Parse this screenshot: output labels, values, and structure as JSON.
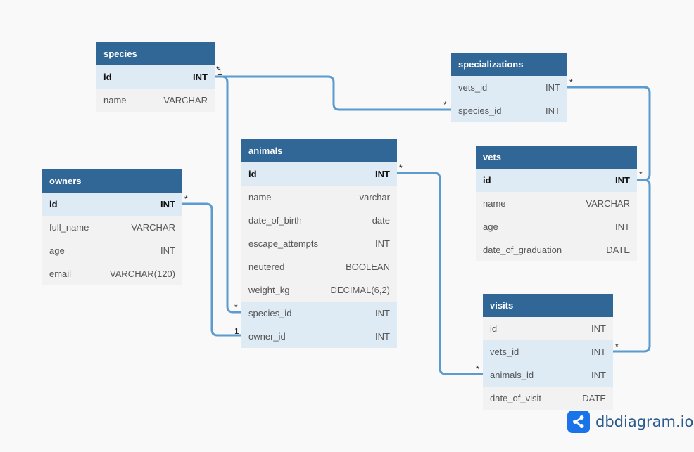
{
  "tables": [
    {
      "key": "species",
      "title": "species",
      "fields": [
        {
          "name": "id",
          "type": "INT",
          "pk": true,
          "hl": true
        },
        {
          "name": "name",
          "type": "VARCHAR",
          "pk": false,
          "hl": false
        }
      ]
    },
    {
      "key": "specializations",
      "title": "specializations",
      "fields": [
        {
          "name": "vets_id",
          "type": "INT",
          "pk": false,
          "hl": true
        },
        {
          "name": "species_id",
          "type": "INT",
          "pk": false,
          "hl": true
        }
      ]
    },
    {
      "key": "animals",
      "title": "animals",
      "fields": [
        {
          "name": "id",
          "type": "INT",
          "pk": true,
          "hl": true
        },
        {
          "name": "name",
          "type": "varchar",
          "pk": false,
          "hl": false
        },
        {
          "name": "date_of_birth",
          "type": "date",
          "pk": false,
          "hl": false
        },
        {
          "name": "escape_attempts",
          "type": "INT",
          "pk": false,
          "hl": false
        },
        {
          "name": "neutered",
          "type": "BOOLEAN",
          "pk": false,
          "hl": false
        },
        {
          "name": "weight_kg",
          "type": "DECIMAL(6,2)",
          "pk": false,
          "hl": false
        },
        {
          "name": "species_id",
          "type": "INT",
          "pk": false,
          "hl": true
        },
        {
          "name": "owner_id",
          "type": "INT",
          "pk": false,
          "hl": true
        }
      ]
    },
    {
      "key": "owners",
      "title": "owners",
      "fields": [
        {
          "name": "id",
          "type": "INT",
          "pk": true,
          "hl": true
        },
        {
          "name": "full_name",
          "type": "VARCHAR",
          "pk": false,
          "hl": false
        },
        {
          "name": "age",
          "type": "INT",
          "pk": false,
          "hl": false
        },
        {
          "name": "email",
          "type": "VARCHAR(120)",
          "pk": false,
          "hl": false
        }
      ]
    },
    {
      "key": "vets",
      "title": "vets",
      "fields": [
        {
          "name": "id",
          "type": "INT",
          "pk": true,
          "hl": true
        },
        {
          "name": "name",
          "type": "VARCHAR",
          "pk": false,
          "hl": false
        },
        {
          "name": "age",
          "type": "INT",
          "pk": false,
          "hl": false
        },
        {
          "name": "date_of_graduation",
          "type": "DATE",
          "pk": false,
          "hl": false
        }
      ]
    },
    {
      "key": "visits",
      "title": "visits",
      "fields": [
        {
          "name": "id",
          "type": "INT",
          "pk": false,
          "hl": false
        },
        {
          "name": "vets_id",
          "type": "INT",
          "pk": false,
          "hl": true
        },
        {
          "name": "animals_id",
          "type": "INT",
          "pk": false,
          "hl": true
        },
        {
          "name": "date_of_visit",
          "type": "DATE",
          "pk": false,
          "hl": false
        }
      ]
    }
  ],
  "relationship_labels": {
    "species_one": "1",
    "species_many_a": "*",
    "specializations_species_many": "*",
    "specializations_vets_many": "*",
    "vets_one": "*",
    "animals_id_many": "*",
    "owners_id_many": "*",
    "animals_species_many": "*",
    "animals_owner_one": "1",
    "visits_vets_many": "*",
    "visits_animals_many": "*"
  },
  "brand": {
    "text": "dbdiagram.io",
    "logo_icon": "share-nodes-icon"
  },
  "colors": {
    "header": "#316797",
    "highlight_row": "#deebf5",
    "row": "#f2f2f2",
    "connector": "#5b9bd0",
    "background": "#f9f9f9"
  }
}
